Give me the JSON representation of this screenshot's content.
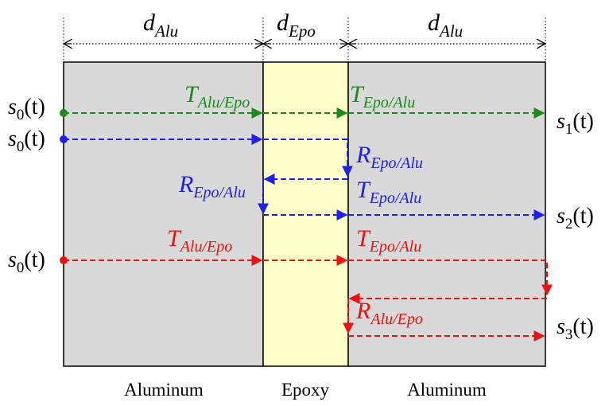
{
  "colors": {
    "aluminum_fill": "#d9d9d9",
    "epoxy_fill": "#ffffcc",
    "green": "#1a8a1a",
    "blue": "#1f1fee",
    "red": "#ee1111",
    "black": "#000000"
  },
  "dimensions": {
    "left": {
      "base": "d",
      "sub": "Alu"
    },
    "middle": {
      "base": "d",
      "sub": "Epo"
    },
    "right": {
      "base": "d",
      "sub": "Alu"
    }
  },
  "layers": {
    "left": "Aluminum",
    "middle": "Epoxy",
    "right": "Aluminum"
  },
  "signals": {
    "input": {
      "base": "s",
      "sub": "0",
      "arg": "(t)"
    },
    "out1": {
      "base": "s",
      "sub": "1",
      "arg": "(t)"
    },
    "out2": {
      "base": "s",
      "sub": "2",
      "arg": "(t)"
    },
    "out3": {
      "base": "s",
      "sub": "3",
      "arg": "(t)"
    }
  },
  "coefficients": {
    "green_t1": {
      "base": "T",
      "sub": "Alu/Epo"
    },
    "green_t2": {
      "base": "T",
      "sub": "Epo/Alu"
    },
    "blue_r1": {
      "base": "R",
      "sub": "Epo/Alu"
    },
    "blue_r2": {
      "base": "R",
      "sub": "Epo/Alu"
    },
    "blue_t": {
      "base": "T",
      "sub": "Epo/Alu"
    },
    "red_t1": {
      "base": "T",
      "sub": "Alu/Epo"
    },
    "red_t2": {
      "base": "T",
      "sub": "Epo/Alu"
    },
    "red_r": {
      "base": "R",
      "sub": "Alu/Epo"
    }
  }
}
